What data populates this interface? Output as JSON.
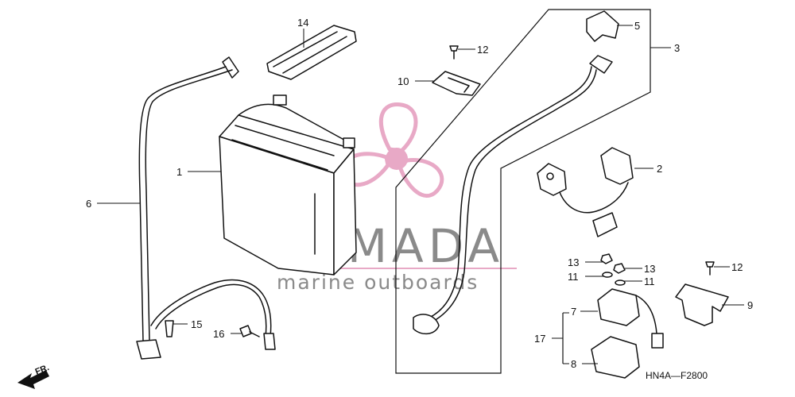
{
  "diagram": {
    "code": "HN4A—F2800",
    "direction_label": "FR.",
    "watermark": {
      "name": "ARMADA",
      "tagline": "marine outboards",
      "logo_color": "#e8a9c6",
      "text_color": "#8a8a8a"
    },
    "callouts": {
      "c1": "1",
      "c2": "2",
      "c3": "3",
      "c5": "5",
      "c6": "6",
      "c7": "7",
      "c8": "8",
      "c9": "9",
      "c10": "10",
      "c11a": "11",
      "c11b": "11",
      "c12a": "12",
      "c12b": "12",
      "c13a": "13",
      "c13b": "13",
      "c14": "14",
      "c15": "15",
      "c16": "16",
      "c17": "17"
    }
  }
}
